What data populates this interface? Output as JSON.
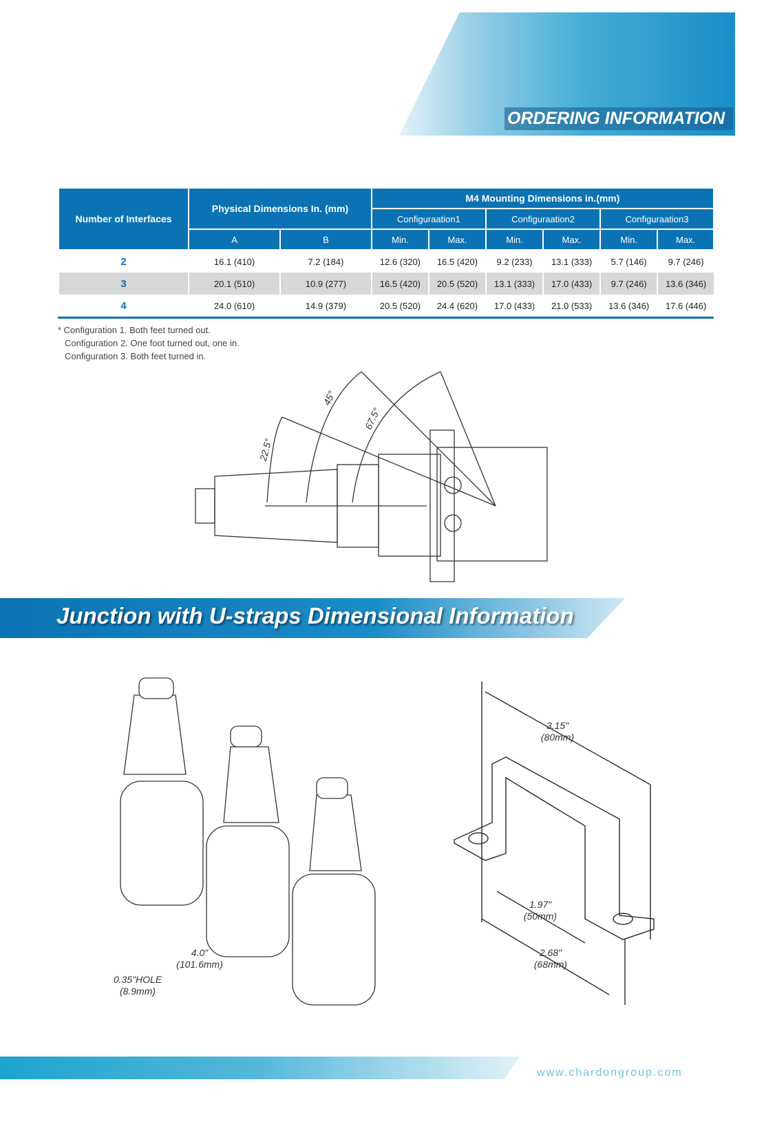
{
  "header": {
    "title": "ORDERING INFORMATION"
  },
  "table": {
    "col_interfaces": "Number of Interfaces",
    "col_physical": "Physical Dimensions In. (mm)",
    "col_mounting": "M4 Mounting Dimensions in.(mm)",
    "configs": [
      "Configuraation1",
      "Configuraation2",
      "Configuraation3"
    ],
    "sub": [
      "A",
      "B",
      "Min.",
      "Max.",
      "Min.",
      "Max.",
      "Min.",
      "Max."
    ],
    "rows": [
      [
        "2",
        "16.1 (410)",
        "7.2 (184)",
        "12.6 (320)",
        "16.5 (420)",
        "9.2 (233)",
        "13.1 (333)",
        "5.7 (146)",
        "9.7 (246)"
      ],
      [
        "3",
        "20.1 (510)",
        "10.9 (277)",
        "16.5 (420)",
        "20.5 (520)",
        "13.1 (333)",
        "17.0 (433)",
        "9.7 (246)",
        "13.6 (346)"
      ],
      [
        "4",
        "24.0 (610)",
        "14.9 (379)",
        "20.5 (520)",
        "24.4 (620)",
        "17.0 (433)",
        "21.0 (533)",
        "13.6 (346)",
        "17.6 (446)"
      ]
    ]
  },
  "notes": [
    "* Configuration 1. Both feet turned out.",
    "Configuration 2. One foot turned out, one in.",
    "Configuration 3. Both feet turned in."
  ],
  "angles": [
    "22.5°",
    "45°",
    "67.5°"
  ],
  "section": {
    "title": "Junction with U-straps Dimensional Information"
  },
  "dims": {
    "spacing": "4.0\"",
    "spacing_mm": "(101.6mm)",
    "hole": "0.35\"HOLE",
    "hole_mm": "(8.9mm)",
    "w": "3.15\"",
    "w_mm": "(80mm)",
    "inner": "1.97\"",
    "inner_mm": "(50mm)",
    "h": "2.68\"",
    "h_mm": "(68mm)"
  },
  "footer": {
    "url": "www.chardongroup.com"
  }
}
